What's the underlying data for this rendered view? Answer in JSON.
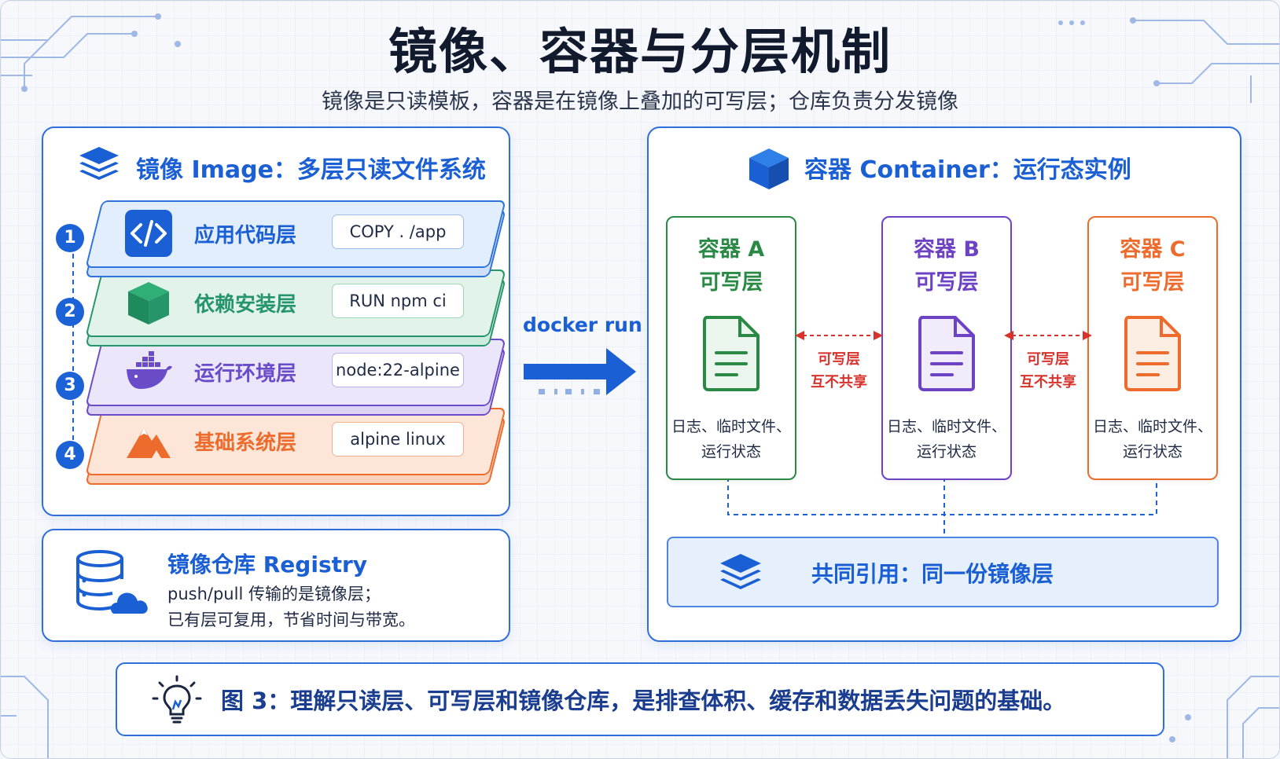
{
  "title": "镜像、容器与分层机制",
  "subtitle": "镜像是只读模板，容器是在镜像上叠加的可写层；仓库负责分发镜像",
  "image_panel": {
    "title": "镜像 Image：多层只读文件系统",
    "layers": [
      {
        "number": "1",
        "name": "应用代码层",
        "command": "COPY . /app",
        "color": "#2f73dc",
        "icon": "code-icon"
      },
      {
        "number": "2",
        "name": "依赖安装层",
        "command": "RUN npm ci",
        "color": "#27956a",
        "icon": "package-box-icon"
      },
      {
        "number": "3",
        "name": "运行环境层",
        "command": "node:22-alpine",
        "color": "#6a4cc9",
        "icon": "docker-whale-icon"
      },
      {
        "number": "4",
        "name": "基础系统层",
        "command": "alpine linux",
        "color": "#ec6b2d",
        "icon": "mountain-icon"
      }
    ]
  },
  "registry": {
    "title": "镜像仓库 Registry",
    "line1": "push/pull 传输的是镜像层；",
    "line2": "已有层可复用，节省时间与带宽。"
  },
  "arrow": {
    "label": "docker run"
  },
  "container_panel": {
    "title": "容器 Container：运行态实例",
    "containers": [
      {
        "name": "容器 A",
        "layer": "可写层",
        "desc1": "日志、临时文件、",
        "desc2": "运行状态",
        "color": "#2a8a45"
      },
      {
        "name": "容器 B",
        "layer": "可写层",
        "desc1": "日志、临时文件、",
        "desc2": "运行状态",
        "color": "#6d43c4"
      },
      {
        "name": "容器 C",
        "layer": "可写层",
        "desc1": "日志、临时文件、",
        "desc2": "运行状态",
        "color": "#ec6b2d"
      }
    ],
    "no_share": {
      "line1": "可写层",
      "line2": "互不共享"
    },
    "shared_label": "共同引用：同一份镜像层"
  },
  "footer": {
    "caption": "图 3：理解只读层、可写层和镜像仓库，是排查体积、缓存和数据丢失问题的基础。"
  }
}
